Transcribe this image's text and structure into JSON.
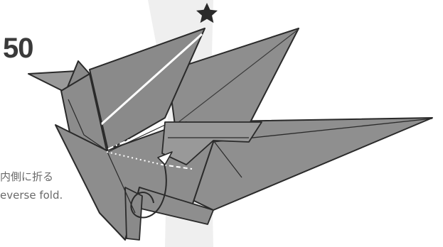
{
  "step": {
    "number": "50"
  },
  "instruction": {
    "japanese": "内側に折る",
    "english": "everse fold."
  },
  "colors": {
    "paper": "#8e8e8e",
    "paper_light": "#a2a2a2",
    "paper_dark": "#6e6e6e",
    "outline": "#2a2a2a",
    "background_strip": "#eeeeee"
  },
  "symbols": {
    "marker": "star-icon",
    "fold_arrow": "reverse-fold-arrow-icon",
    "crease": "dotted-crease-line"
  }
}
